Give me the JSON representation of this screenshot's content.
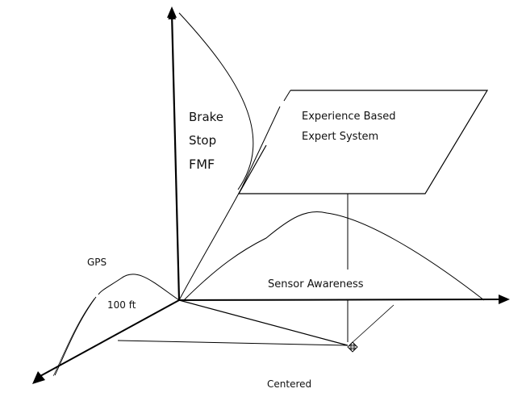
{
  "diagram": {
    "axes": {
      "vertical_axis": {
        "labels": [
          "Brake",
          "Stop",
          "FMF"
        ]
      },
      "horizontal_axis": {
        "label": "Sensor Awareness"
      },
      "depth_axis": {
        "label": "GPS",
        "sublabel": "100 ft"
      }
    },
    "plane": {
      "line1": "Experience Based",
      "line2": "Expert System"
    },
    "point_label": "Centered",
    "marker_icon": "move-cursor-icon",
    "colors": {
      "stroke": "#000000",
      "text": "#111111",
      "background": "#ffffff"
    }
  }
}
